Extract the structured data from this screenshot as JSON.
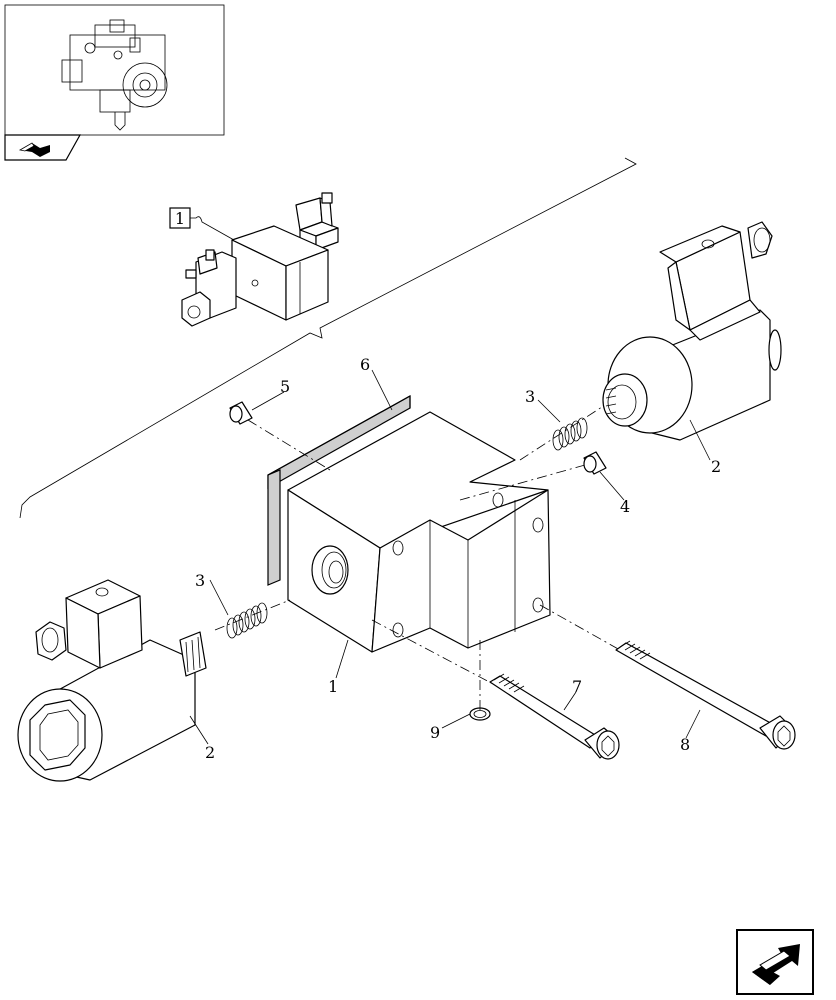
{
  "callouts": [
    {
      "num": "1",
      "part": "valve-body"
    },
    {
      "num": "2",
      "part": "solenoid-coil-right"
    },
    {
      "num": "2",
      "part": "solenoid-coil-left"
    },
    {
      "num": "3",
      "part": "spring-right"
    },
    {
      "num": "3",
      "part": "spring-left"
    },
    {
      "num": "4",
      "part": "plug-right"
    },
    {
      "num": "5",
      "part": "plug-upper"
    },
    {
      "num": "6",
      "part": "gasket"
    },
    {
      "num": "7",
      "part": "cap-screw-short"
    },
    {
      "num": "8",
      "part": "cap-screw-long"
    },
    {
      "num": "9",
      "part": "o-ring"
    }
  ],
  "assembly_ref": "1",
  "icons": {
    "thumbnail_nav": "back-arrow-icon",
    "corner_nav": "next-page-arrow-icon"
  }
}
